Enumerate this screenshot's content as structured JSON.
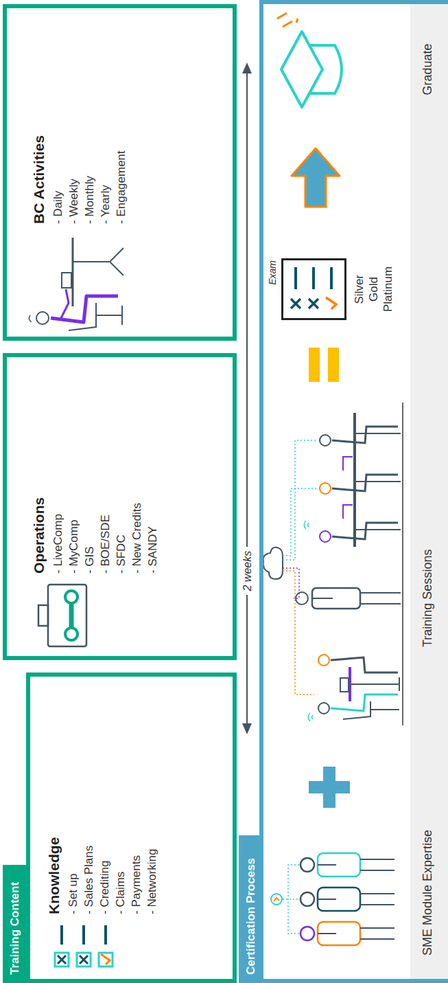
{
  "diagram": {
    "nodes": [
      {
        "text": [
          "Training Content"
        ]
      },
      {
        "text": [
          "Knowledge",
          "- Set up",
          "- Sales Plans",
          "- Crediting",
          "- Claims",
          "- Payments",
          "- Networking"
        ]
      },
      {
        "text": [
          "Operations",
          "- LiveComp",
          "- MyComp",
          "- GIS",
          "- BOE/SDE",
          "- SFDC",
          "- New Credits",
          "- SANDY"
        ]
      },
      {
        "text": [
          "BC Activities",
          "- Daily",
          "- Weekly",
          "- Monthly",
          "- Yearly",
          "- Engagement"
        ]
      },
      {
        "text": [
          "Certification Process"
        ]
      },
      {
        "text": [
          "Exam"
        ],
        "in": 4
      }
    ],
    "labels": [
      "2 weeks",
      "SME Module Expertise",
      "Training Sessions",
      "Silver",
      "Gold",
      "Platinum",
      "Graduate"
    ]
  }
}
